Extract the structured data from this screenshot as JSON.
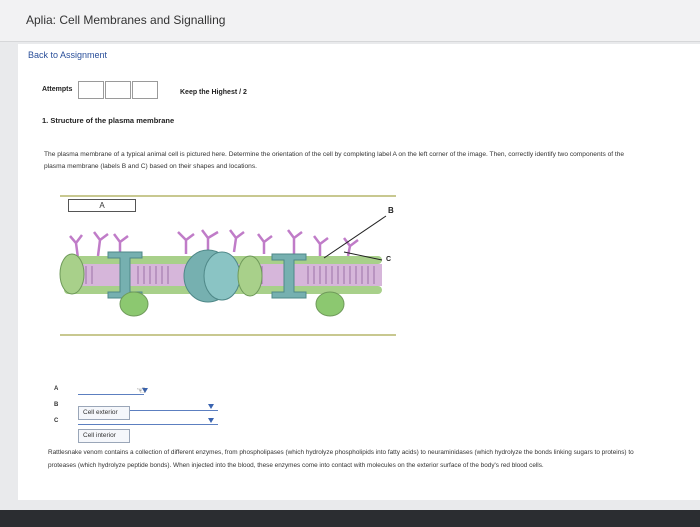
{
  "app": {
    "title": "Aplia: Cell Membranes and Signalling"
  },
  "nav": {
    "back_label": "Back to Assignment"
  },
  "attempts": {
    "label": "Attempts",
    "keep_label": "Keep the Highest / 2"
  },
  "question": {
    "title": "1. Structure of the plasma membrane",
    "instructions": "The plasma membrane of a typical animal cell is pictured here. Determine the orientation of the cell by completing label A on the left corner of the image. Then, correctly identify two components of the plasma membrane (labels B and C) based on their shapes and locations."
  },
  "figure": {
    "label_a": "A",
    "label_b": "B",
    "label_c": "C"
  },
  "answers": {
    "rows": [
      "A",
      "B",
      "C"
    ],
    "options": [
      "Cell exterior",
      "Cell interior"
    ]
  },
  "passage": {
    "text": "Rattlesnake venom contains a collection of different enzymes, from phospholipases (which hydrolyze phospholipids into fatty acids) to neuraminidases (which hydrolyze the bonds linking sugars to proteins) to proteases (which hydrolyze peptide bonds). When injected into the blood, these enzymes come into contact with molecules on the exterior surface of the body's red blood cells."
  },
  "colors": {
    "link": "#2a4f9a",
    "head": "#a8d08a",
    "tail": "#b07cc0",
    "protein": "#76b0b0",
    "glyco": "#c07cc8"
  }
}
